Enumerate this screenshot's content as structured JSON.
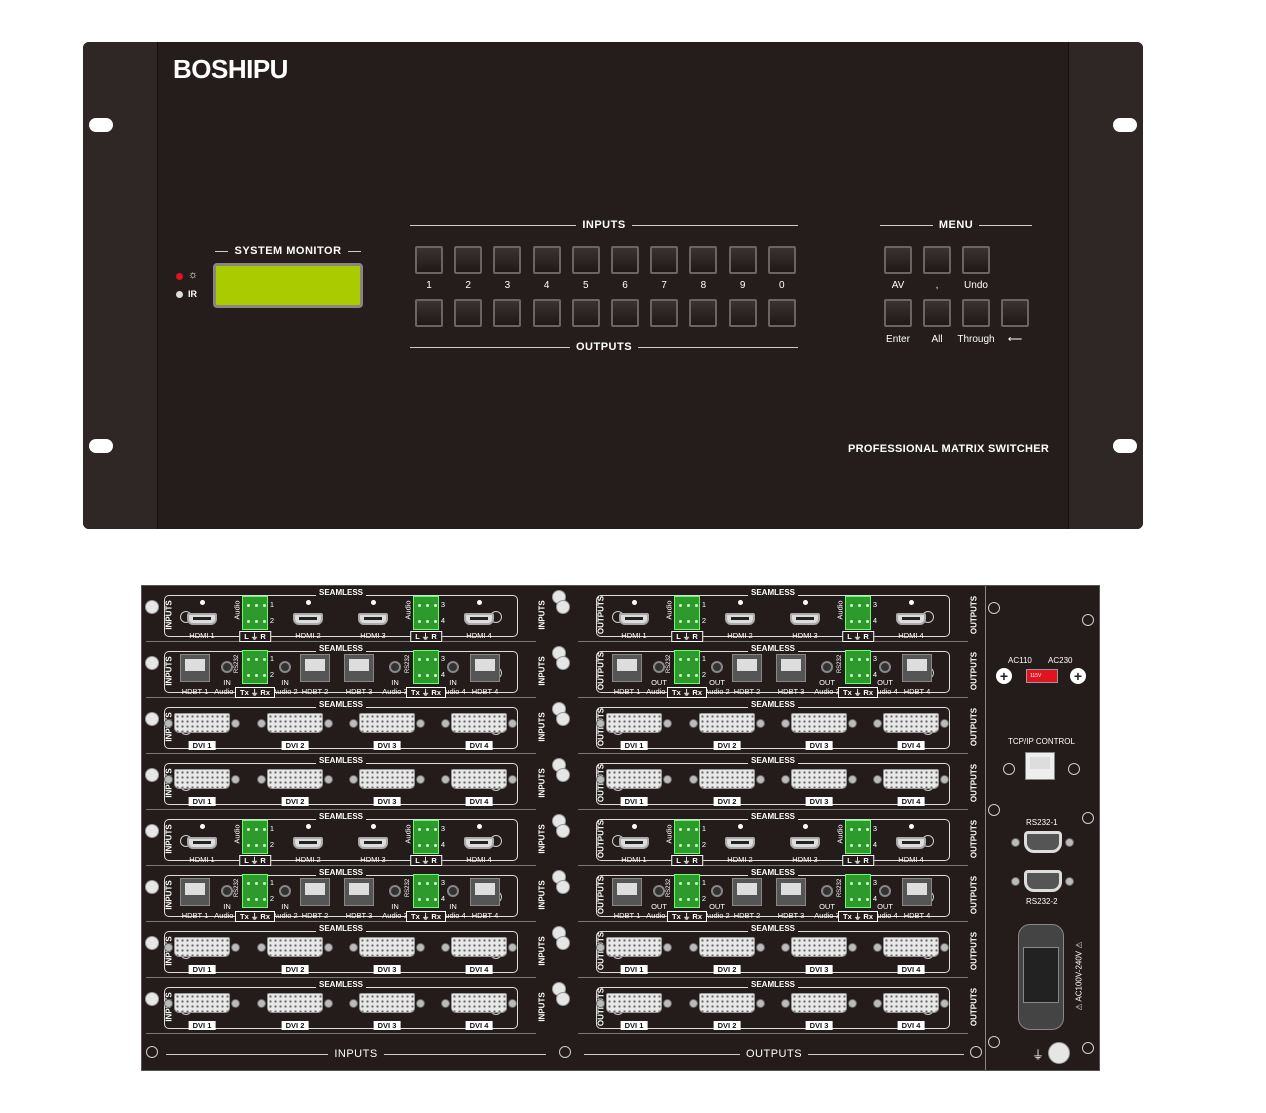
{
  "front": {
    "brand": "BOSHIPU",
    "system_monitor": "SYSTEM MONITOR",
    "indicators": [
      "☼",
      "IR"
    ],
    "inputs_label": "INPUTS",
    "outputs_label": "OUTPUTS",
    "keys": [
      "1",
      "2",
      "3",
      "4",
      "5",
      "6",
      "7",
      "8",
      "9",
      "0"
    ],
    "menu_label": "MENU",
    "menu_top": [
      "AV",
      ",",
      "Undo"
    ],
    "menu_bottom": [
      "Enter",
      "All",
      "Through",
      "⟵"
    ],
    "model": "PROFESSIONAL MATRIX SWITCHER"
  },
  "back": {
    "seamless": "SEAMLESS",
    "side_in": "INPUTS",
    "side_out": "OUTPUTS",
    "card_types": [
      "hdmi",
      "hdbt",
      "dvi",
      "dvi",
      "hdmi",
      "hdbt",
      "dvi",
      "dvi"
    ],
    "hdmi_labels": [
      "HDMI 1",
      "HDMI 2",
      "HDMI 3",
      "HDMI 4"
    ],
    "hdbt_labels": [
      "HDBT 1",
      "HDBT 2",
      "HDBT 3",
      "HDBT 4"
    ],
    "dvi_labels": [
      "DVI 1",
      "DVI 2",
      "DVI 3",
      "DVI 4"
    ],
    "audio_label": "Audio",
    "audio_pins": "L ⏚ R",
    "rs232_label": "RS232",
    "rs232_pins": "Tx ⏚ Rx",
    "audio_jacks": [
      "Audio 1",
      "Audio 2",
      "Audio 3",
      "Audio 4"
    ],
    "jack_in": "IN",
    "jack_out": "OUT",
    "channel_nums": [
      "1",
      "2",
      "3",
      "4"
    ],
    "bottom_inputs": "INPUTS",
    "bottom_outputs": "OUTPUTS",
    "power": {
      "ac110": "AC110",
      "ac230": "AC230",
      "switch": "115V",
      "tcp": "TCP/IP CONTROL",
      "rs1": "RS232-1",
      "rs2": "RS232-2",
      "voltage": "⚠ AC100V-240V ⚠"
    }
  },
  "colors": {
    "panel": "#231c1a",
    "lcd": "#aacb00",
    "terminal": "#2e9a2e",
    "led": "#e0141e"
  }
}
